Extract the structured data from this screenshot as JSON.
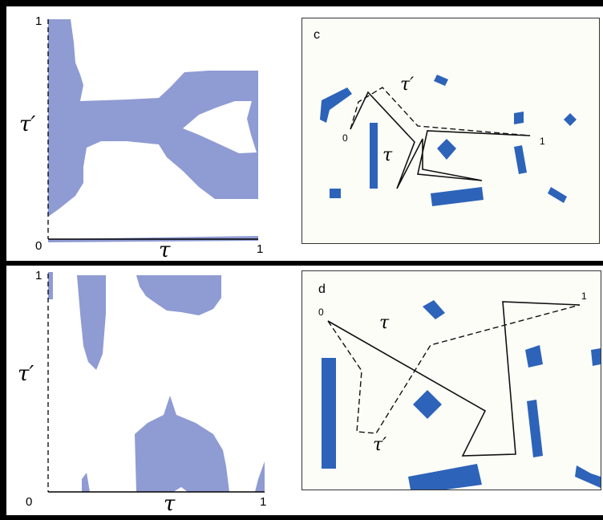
{
  "colors": {
    "region_fill": "#8f9bd3",
    "obstacle_fill": "#2d63b9",
    "background": "#fdfdf8"
  },
  "top": {
    "space_panel": {
      "y_tick_top": "1",
      "y_tick_bottom": "0",
      "x_tick_right": "1",
      "y_label": "τ′",
      "x_label": "τ"
    },
    "map_panel": {
      "letter": "c",
      "start_label": "0",
      "end_label": "1",
      "tau_label": "τ",
      "tau_prime_label": "τ′"
    }
  },
  "bottom": {
    "space_panel": {
      "y_tick_top": "1",
      "y_tick_bottom": "0",
      "x_tick_right": "1",
      "y_label": "τ′",
      "x_label": "τ"
    },
    "map_panel": {
      "letter": "d",
      "start_label": "0",
      "end_label": "1",
      "tau_label": "τ",
      "tau_prime_label": "τ′"
    }
  }
}
